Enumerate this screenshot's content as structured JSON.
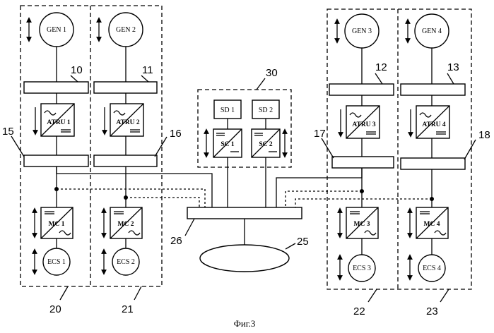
{
  "generators": [
    "GEN 1",
    "GEN 2",
    "GEN 3",
    "GEN 4"
  ],
  "atru": [
    "ATRU 1",
    "ATRU 2",
    "ATRU 3",
    "ATRU 4"
  ],
  "motor_controllers": [
    "MC 1",
    "MC 2",
    "MC 3",
    "MC 4"
  ],
  "ecs": [
    "ECS 1",
    "ECS 2",
    "ECS 3",
    "ECS 4"
  ],
  "starters": [
    "SD 1",
    "SD 2"
  ],
  "starter_controllers": [
    "SC 1",
    "SC 2"
  ],
  "ref_numbers": {
    "n10": "10",
    "n11": "11",
    "n12": "12",
    "n13": "13",
    "n15": "15",
    "n16": "16",
    "n17": "17",
    "n18": "18",
    "n20": "20",
    "n21": "21",
    "n22": "22",
    "n23": "23",
    "n25": "25",
    "n26": "26",
    "n30": "30"
  },
  "caption": "Фиг.3"
}
